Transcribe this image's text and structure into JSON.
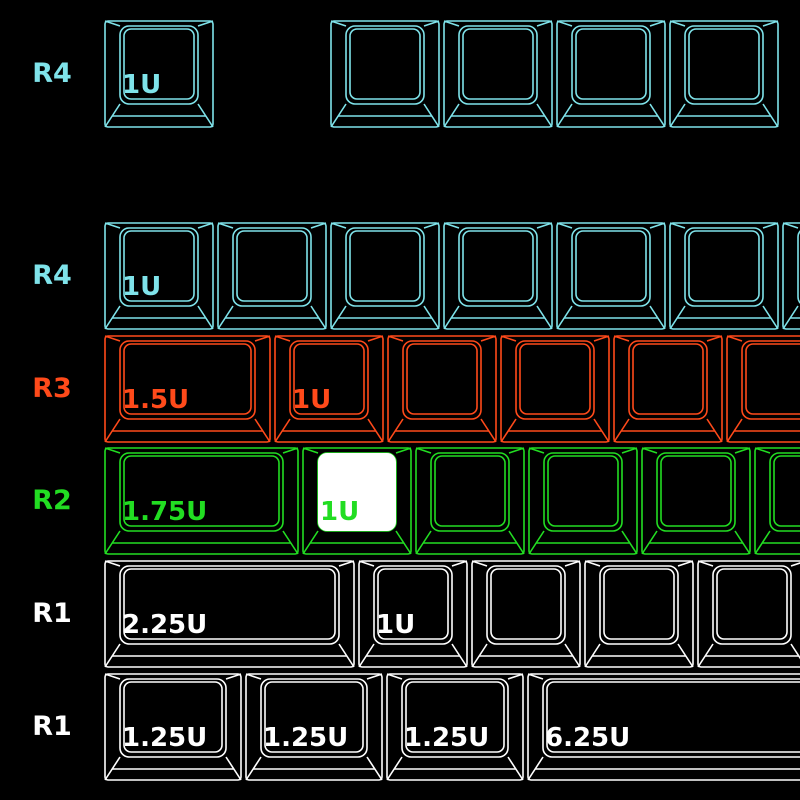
{
  "colors": {
    "background": "#000000",
    "r4": "#7fe3ea",
    "r3": "#ff4a1a",
    "r2": "#22dd22",
    "r1": "#ffffff",
    "highlight_fill": "#ffffff",
    "highlight_text": "#22dd22"
  },
  "rows": [
    {
      "label": "R4",
      "color": "r4",
      "keys": [
        {
          "units": 1,
          "legend": "1U"
        },
        {
          "units": 1,
          "legend": ""
        },
        {
          "units": 1,
          "legend": ""
        },
        {
          "units": 1,
          "legend": ""
        },
        {
          "units": 1,
          "legend": ""
        }
      ]
    },
    {
      "label": "R4",
      "color": "r4",
      "keys": [
        {
          "units": 1,
          "legend": "1U"
        },
        {
          "units": 1,
          "legend": ""
        },
        {
          "units": 1,
          "legend": ""
        },
        {
          "units": 1,
          "legend": ""
        },
        {
          "units": 1,
          "legend": ""
        },
        {
          "units": 1,
          "legend": ""
        },
        {
          "units": 1,
          "legend": ""
        }
      ]
    },
    {
      "label": "R3",
      "color": "r3",
      "keys": [
        {
          "units": 1.5,
          "legend": "1.5U"
        },
        {
          "units": 1,
          "legend": "1U"
        },
        {
          "units": 1,
          "legend": ""
        },
        {
          "units": 1,
          "legend": ""
        },
        {
          "units": 1,
          "legend": ""
        },
        {
          "units": 1,
          "legend": ""
        }
      ]
    },
    {
      "label": "R2",
      "color": "r2",
      "keys": [
        {
          "units": 1.75,
          "legend": "1.75U"
        },
        {
          "units": 1,
          "legend": "1U",
          "highlight": true
        },
        {
          "units": 1,
          "legend": ""
        },
        {
          "units": 1,
          "legend": ""
        },
        {
          "units": 1,
          "legend": ""
        },
        {
          "units": 1,
          "legend": ""
        }
      ]
    },
    {
      "label": "R1",
      "color": "r1",
      "keys": [
        {
          "units": 2.25,
          "legend": "2.25U"
        },
        {
          "units": 1,
          "legend": "1U"
        },
        {
          "units": 1,
          "legend": ""
        },
        {
          "units": 1,
          "legend": ""
        },
        {
          "units": 1,
          "legend": ""
        }
      ]
    },
    {
      "label": "R1",
      "color": "r1",
      "keys": [
        {
          "units": 1.25,
          "legend": "1.25U"
        },
        {
          "units": 1.25,
          "legend": "1.25U"
        },
        {
          "units": 1.25,
          "legend": "1.25U"
        },
        {
          "units": 6.25,
          "legend": "6.25U"
        }
      ]
    }
  ]
}
